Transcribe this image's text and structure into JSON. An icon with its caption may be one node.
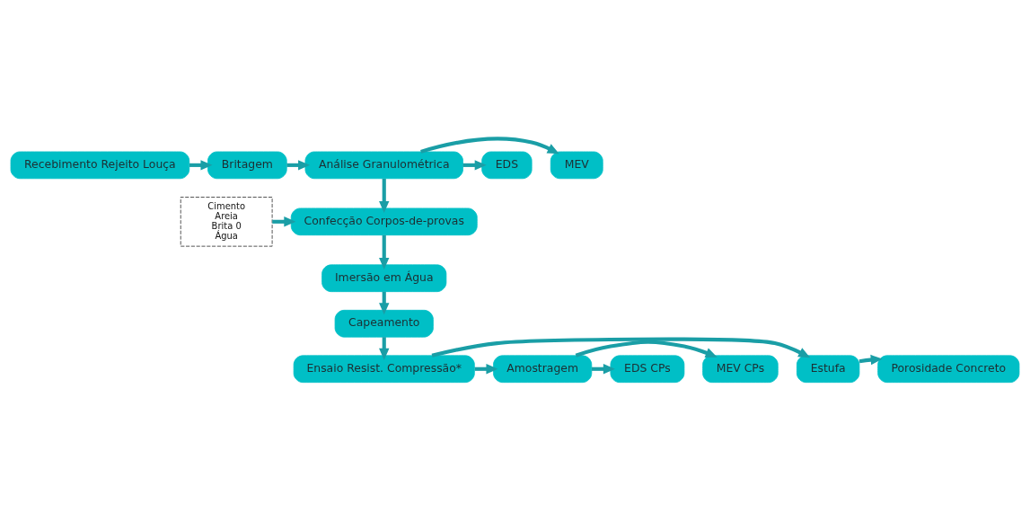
{
  "diagram": {
    "nodes": [
      {
        "text": [
          "Recebimento Rejeito Louça"
        ]
      },
      {
        "text": [
          "Britagem"
        ]
      },
      {
        "text": [
          "Análise Granulométrica"
        ]
      },
      {
        "text": [
          "MEV"
        ]
      },
      {
        "text": [
          "EDS"
        ]
      },
      {
        "text": [
          "Cimento",
          "Areia",
          "Brita 0",
          "Água"
        ]
      },
      {
        "text": [
          "Confecção Corpos-de-provas"
        ]
      },
      {
        "text": [
          "Imersão em Água"
        ]
      },
      {
        "text": [
          "Capeamento"
        ]
      },
      {
        "text": [
          "Porosidade Concreto"
        ]
      },
      {
        "text": [
          "Estufa"
        ]
      },
      {
        "text": [
          "Ensaio Resist. Compressão*"
        ]
      },
      {
        "text": [
          "Amostragem"
        ]
      },
      {
        "text": [
          "MEV CPs"
        ]
      },
      {
        "text": [
          "EDS CPs"
        ]
      }
    ],
    "edges": [
      {
        "from": 0,
        "to": 1,
        "arrow": "to"
      },
      {
        "from": 1,
        "to": 2,
        "arrow": "to"
      },
      {
        "from": 2,
        "to": 3,
        "arrow": "to"
      },
      {
        "from": 2,
        "to": 4,
        "arrow": "to"
      },
      {
        "from": 2,
        "to": 6,
        "arrow": "to"
      },
      {
        "from": 5,
        "to": 6,
        "arrow": "to"
      },
      {
        "from": 6,
        "to": 7,
        "arrow": "to"
      },
      {
        "from": 7,
        "to": 8,
        "arrow": "to"
      },
      {
        "from": 8,
        "to": 11,
        "arrow": "to"
      },
      {
        "from": 11,
        "to": 10,
        "arrow": "to"
      },
      {
        "from": 10,
        "to": 9,
        "arrow": "to"
      },
      {
        "from": 11,
        "to": 12,
        "arrow": "to"
      },
      {
        "from": 12,
        "to": 13,
        "arrow": "to"
      },
      {
        "from": 12,
        "to": 14,
        "arrow": "to"
      }
    ]
  }
}
